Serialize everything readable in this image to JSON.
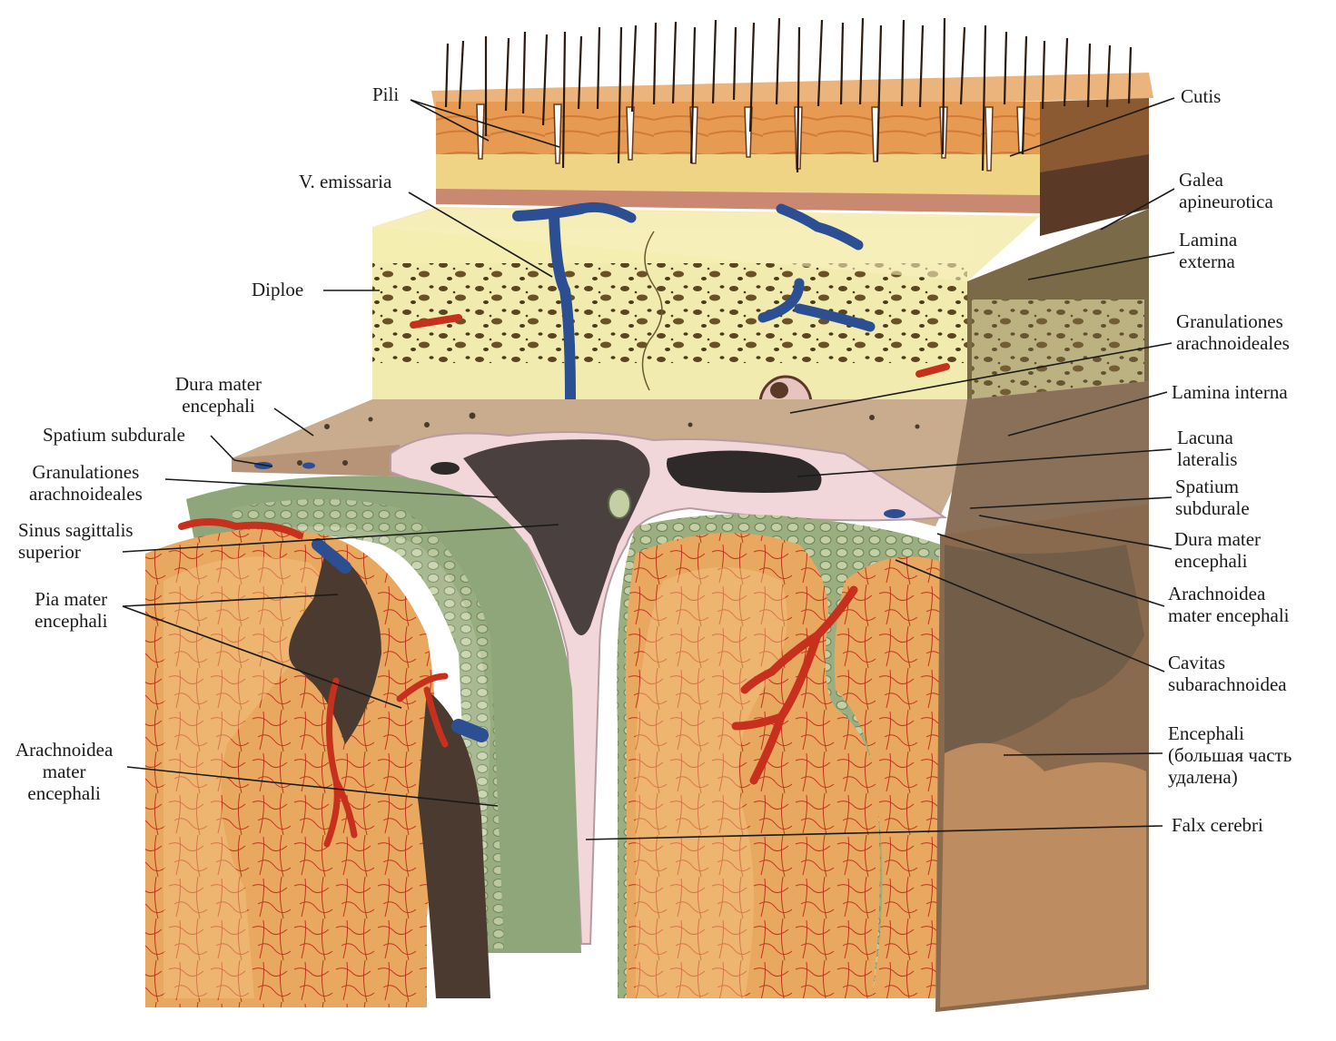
{
  "labels": {
    "pili": "Pili",
    "v_emissaria": "V. emissaria",
    "diploe": "Diploe",
    "dura_mater_left": [
      "Dura mater",
      "encephali"
    ],
    "spatium_subdurale_left": "Spatium subdurale",
    "granulationes_left": [
      "Granulationes",
      "arachnoideales"
    ],
    "sinus_sagittalis": [
      "Sinus sagittalis",
      "superior"
    ],
    "pia_mater": [
      "Pia mater",
      "encephali"
    ],
    "arachnoidea_left": [
      "Arachnoidea",
      "mater",
      "encephali"
    ],
    "cutis": "Cutis",
    "galea": [
      "Galea",
      "apineurotica"
    ],
    "lamina_externa": [
      "Lamina",
      "externa"
    ],
    "granulationes_right": [
      "Granulationes",
      "arachnoideales"
    ],
    "lamina_interna": "Lamina interna",
    "lacuna_lateralis": [
      "Lacuna",
      "lateralis"
    ],
    "spatium_subdurale_right": [
      "Spatium",
      "subdurale"
    ],
    "dura_mater_right": [
      "Dura mater",
      "encephali"
    ],
    "arachnoidea_right": [
      "Arachnoidea",
      "mater encephali"
    ],
    "cavitas": [
      "Cavitas",
      "subarachnoidea"
    ],
    "encephali": [
      "Encephali",
      "(большая часть",
      "удалена)"
    ],
    "falx_cerebri": "Falx cerebri"
  },
  "colors": {
    "skin": "#e59a4e",
    "skin_dark": "#c9702e",
    "fat": "#f0d486",
    "bone": "#f4efb0",
    "bone_pores": "#5a4520",
    "dura": "#c9ab8e",
    "falx": "#f2d7da",
    "arachnoid": "#8fa67a",
    "brain": "#e8a55e",
    "brain_light": "#f1c683",
    "vessel_red": "#c8301e",
    "vein_blue": "#2c4f93",
    "side_dark": "#6b5a48",
    "line": "#1a1a1a"
  }
}
